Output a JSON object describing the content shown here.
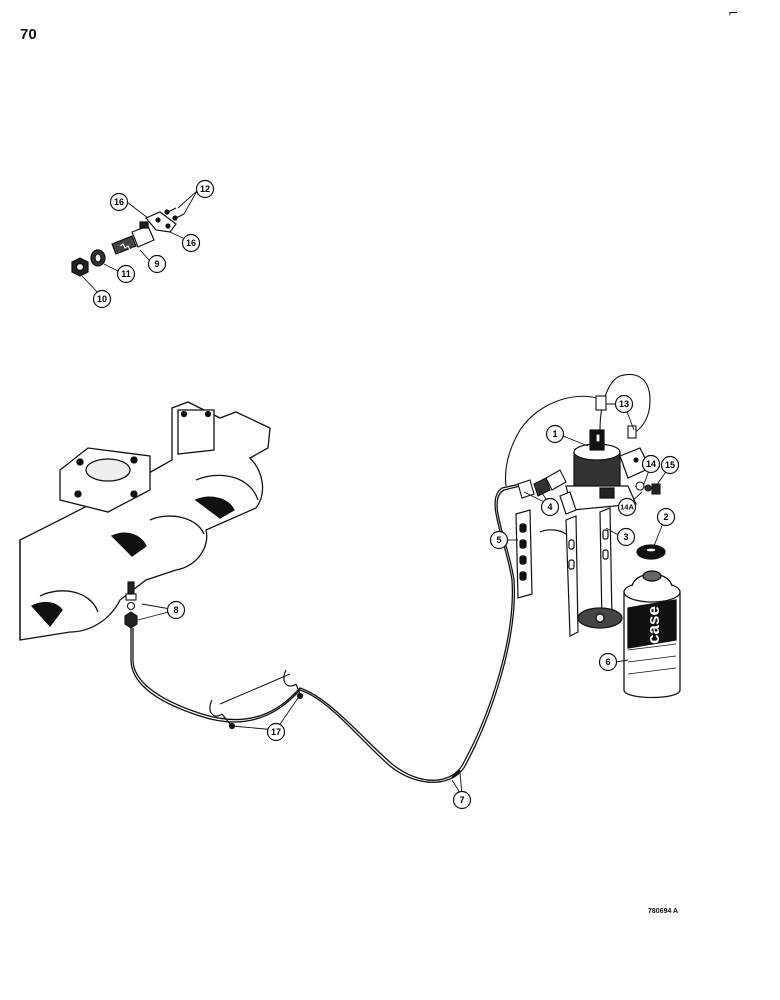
{
  "page": {
    "page_number": "70",
    "reference_code": "780694 A",
    "corner_mark": "⌐"
  },
  "callouts": [
    {
      "id": "c16a",
      "label": "16"
    },
    {
      "id": "c12",
      "label": "12"
    },
    {
      "id": "c16b",
      "label": "16"
    },
    {
      "id": "c9",
      "label": "9"
    },
    {
      "id": "c11",
      "label": "11"
    },
    {
      "id": "c10",
      "label": "10"
    },
    {
      "id": "c13",
      "label": "13"
    },
    {
      "id": "c1",
      "label": "1"
    },
    {
      "id": "c14",
      "label": "14"
    },
    {
      "id": "c15",
      "label": "15"
    },
    {
      "id": "c14a",
      "label": "14A"
    },
    {
      "id": "c4",
      "label": "4"
    },
    {
      "id": "c2",
      "label": "2"
    },
    {
      "id": "c5",
      "label": "5"
    },
    {
      "id": "c3",
      "label": "3"
    },
    {
      "id": "c8",
      "label": "8"
    },
    {
      "id": "c6",
      "label": "6"
    },
    {
      "id": "c17",
      "label": "17"
    },
    {
      "id": "c7",
      "label": "7"
    }
  ],
  "canister": {
    "brand_text": "case"
  }
}
